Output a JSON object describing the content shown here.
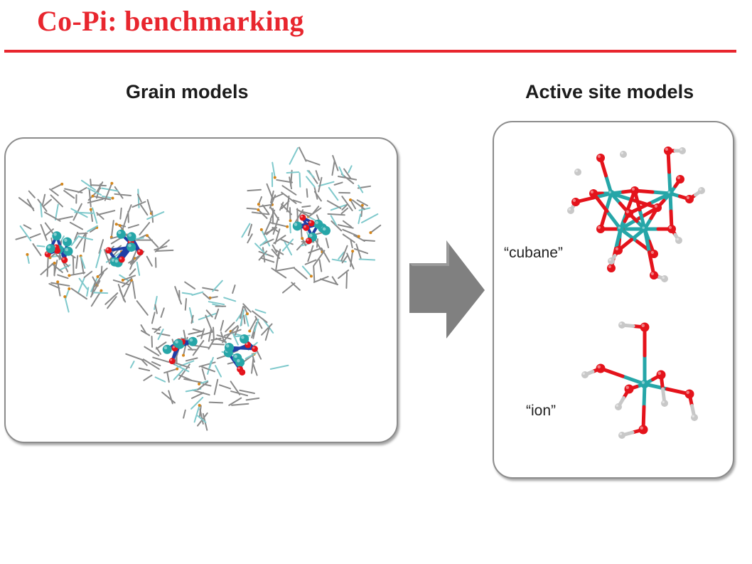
{
  "slide": {
    "title": "Co-Pi: benchmarking",
    "accent_color": "#e8262e"
  },
  "grain_panel": {
    "heading": "Grain models",
    "cluster_count": 3
  },
  "active_panel": {
    "heading": "Active site models",
    "labels": {
      "cubane": "“cubane”",
      "ion": "“ion”"
    }
  },
  "atom_colors": {
    "cobalt": "#26a6a8",
    "oxygen": "#e4131b",
    "hydrogen": "#c8c8c8",
    "phosphorus": "#d4861b",
    "framework": "#8a8a8a",
    "core_bond": "#1f3fa6"
  },
  "arrow": {
    "icon": "right-arrow-icon",
    "color": "#808080"
  }
}
